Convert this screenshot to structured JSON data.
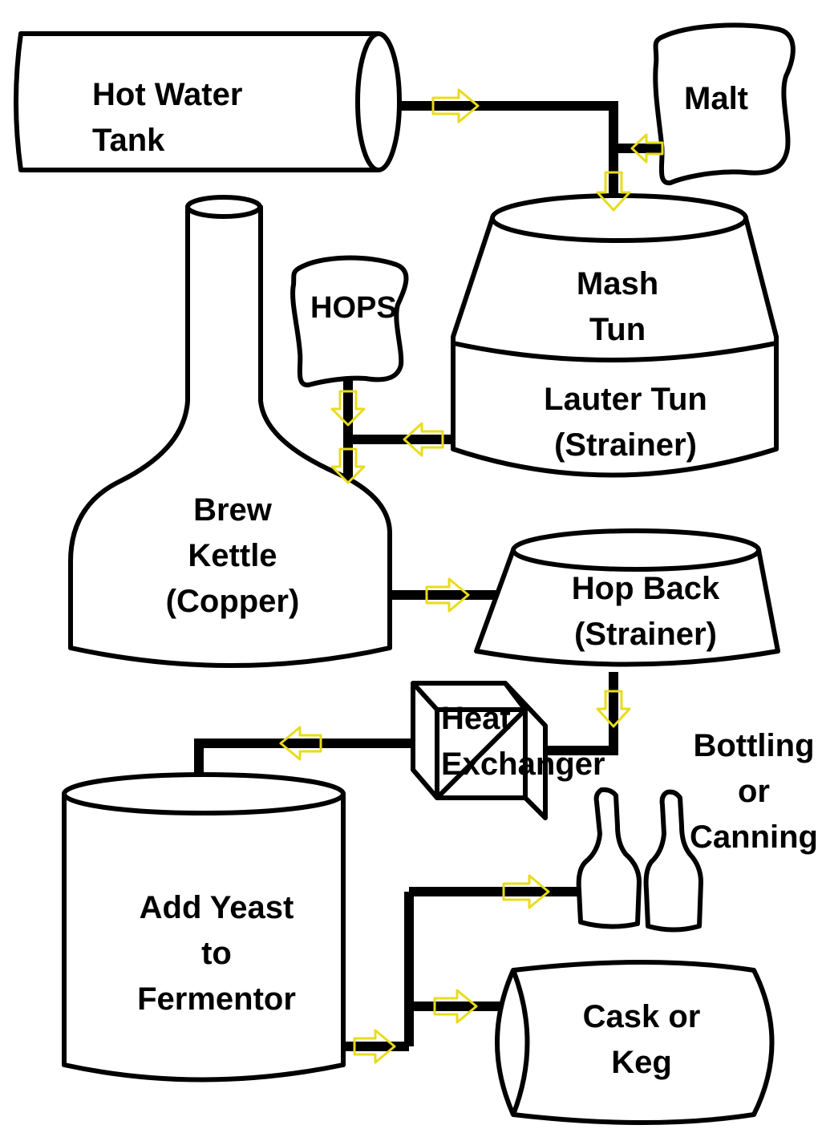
{
  "colors": {
    "outline": "#000000",
    "flow_arrow": "#e8dc1c",
    "background": "#ffffff"
  },
  "nodes": {
    "hot_water_tank": [
      "Hot Water",
      "Tank"
    ],
    "malt": [
      "Malt"
    ],
    "mash_tun": [
      "Mash",
      "Tun"
    ],
    "lauter_tun": [
      "Lauter Tun",
      "(Strainer)"
    ],
    "hops": [
      "HOPS"
    ],
    "brew_kettle": [
      "Brew",
      "Kettle",
      "(Copper)"
    ],
    "hop_back": [
      "Hop Back",
      "(Strainer)"
    ],
    "heat_exchanger": [
      "Heat",
      "Exchanger"
    ],
    "bottling": [
      "Bottling",
      "or",
      "Canning"
    ],
    "fermentor": [
      "Add Yeast",
      "to",
      "Fermentor"
    ],
    "cask": [
      "Cask or",
      "Keg"
    ]
  }
}
